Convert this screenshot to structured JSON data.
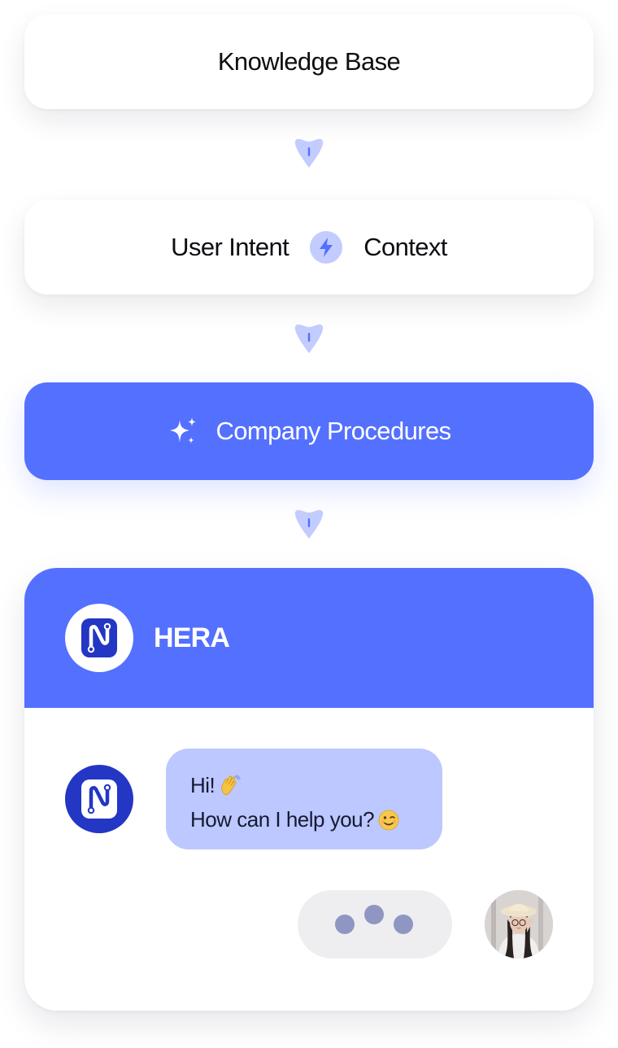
{
  "flow": {
    "knowledge_base": "Knowledge Base",
    "user_intent": "User Intent",
    "context": "Context",
    "company_procedures": "Company Procedures"
  },
  "chat": {
    "bot_name": "HERA",
    "message_line1": "Hi!",
    "message_line2": "How can I help you?",
    "typing_indicator_dots": 3
  },
  "icons": {
    "connector": "chevron-down-arrow-icon",
    "bolt": "lightning-bolt-icon",
    "sparkle": "sparkle-icon",
    "logo": "hera-logo-icon",
    "wave_emoji": "waving-hand-emoji-icon",
    "wink_emoji": "winking-face-emoji-icon"
  },
  "colors": {
    "brand": "#5470ff",
    "brand_light": "#c3ccff",
    "bubble": "#bcc8ff",
    "logo_dark": "#2336c4",
    "typing_bg": "#eeeef0",
    "typing_dot": "#9096c2"
  }
}
